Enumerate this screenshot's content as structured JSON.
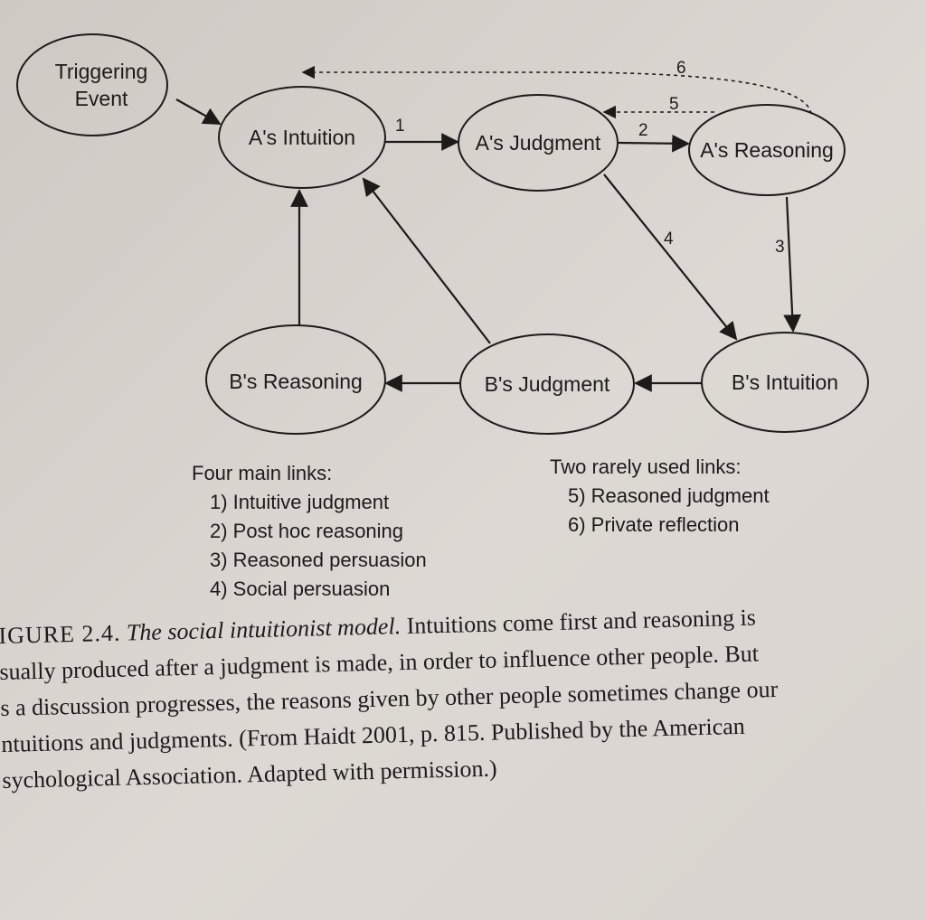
{
  "diagram": {
    "nodes": {
      "trigger": [
        "Triggering",
        "Event"
      ],
      "a_intuition": "A's Intuition",
      "a_judgment": "A's Judgment",
      "a_reasoning": "A's Reasoning",
      "b_reasoning": "B's Reasoning",
      "b_judgment": "B's Judgment",
      "b_intuition": "B's Intuition"
    },
    "edge_labels": {
      "link1": "1",
      "link2": "2",
      "link3": "3",
      "link4": "4",
      "link5": "5",
      "link6": "6"
    }
  },
  "legend": {
    "main": {
      "heading": "Four main links:",
      "items": [
        "1) Intuitive judgment",
        "2) Post hoc reasoning",
        "3) Reasoned persuasion",
        "4) Social persuasion"
      ]
    },
    "rare": {
      "heading": "Two rarely used links:",
      "items": [
        "5) Reasoned judgment",
        "6) Private reflection"
      ]
    }
  },
  "caption": {
    "lead": "IGURE 2.4.",
    "title": "The social intuitionist model.",
    "lines": [
      "Intuitions come first and reasoning is",
      "sually produced after a judgment is made, in order to influence other people. But",
      "s a discussion progresses, the reasons given by other people sometimes change our",
      "ntuitions and judgments. (From Haidt 2001, p. 815. Published by the American",
      "sychological Association. Adapted with permission.)"
    ]
  }
}
